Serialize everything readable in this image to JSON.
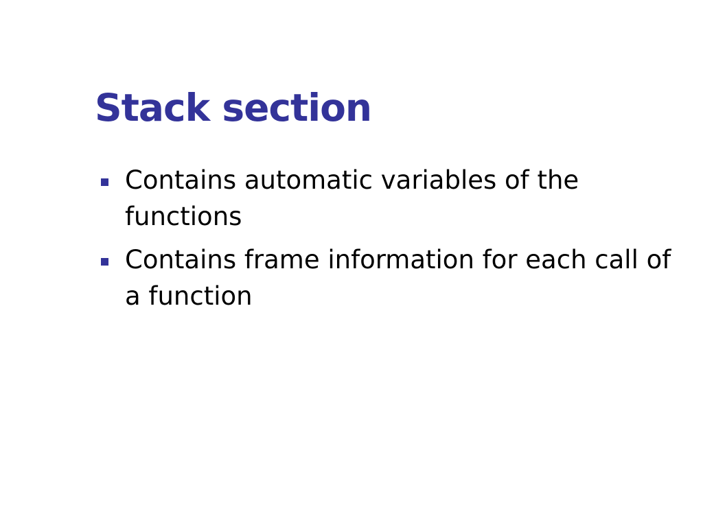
{
  "slide": {
    "title": "Stack section",
    "bullets": [
      {
        "text": "Contains automatic variables of the functions"
      },
      {
        "text": "Contains frame information for each call of a function"
      }
    ]
  },
  "colors": {
    "title": "#333399",
    "bullet_marker": "#333399",
    "body_text": "#000000",
    "background": "#ffffff"
  },
  "icons": {
    "bullet": "square-bullet-icon"
  }
}
